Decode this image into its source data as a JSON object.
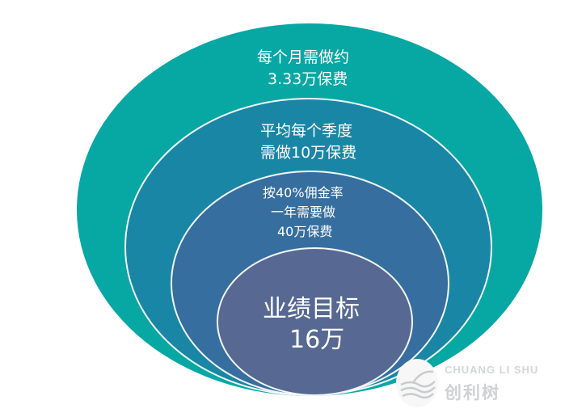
{
  "diagram": {
    "type": "nested-ellipses",
    "title": "",
    "colors": {
      "outer": "#07a7a4",
      "second": "#1a86a6",
      "third": "#366e9f",
      "inner": "#576893",
      "outline": "#f2f7f7",
      "text": "#ffffff"
    },
    "layers": [
      {
        "level": 1,
        "lines": [
          "每个月需做约",
          "3.33万保费"
        ]
      },
      {
        "level": 2,
        "lines": [
          "平均每个季度",
          "需做10万保费"
        ]
      },
      {
        "level": 3,
        "lines": [
          "按40%佣金率",
          "一年需要做",
          "40万保费"
        ]
      },
      {
        "level": 4,
        "lines": [
          "业绩目标",
          "16万"
        ]
      }
    ]
  },
  "watermark": {
    "text_en": "CHUANG LI SHU",
    "text_cn": "创利树",
    "icon": "wave-circle-logo-icon"
  }
}
